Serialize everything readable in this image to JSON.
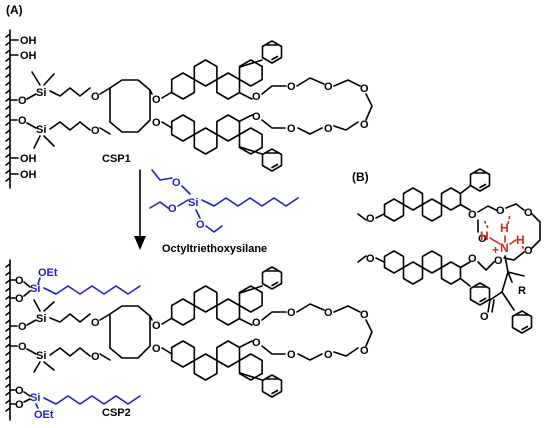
{
  "panels": {
    "a": "(A)",
    "b": "(B)"
  },
  "captions": {
    "csp1": "CSP1",
    "csp2": "CSP2",
    "reagent": "Octyltriethoxysilane"
  },
  "atoms": {
    "oh": "OH",
    "o": "O",
    "si": "Si",
    "oet": "OEt",
    "h": "H",
    "n": "N",
    "r": "R",
    "plus": "+"
  },
  "colors": {
    "bond": "#000000",
    "reagent": "#1d1dcf",
    "ammonium": "#e0201c"
  }
}
